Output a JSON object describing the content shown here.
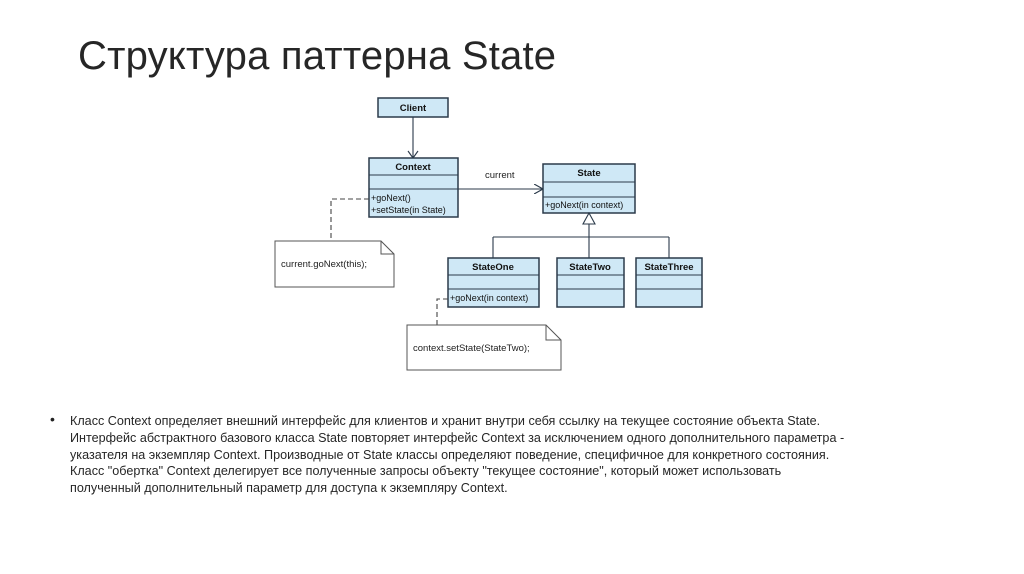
{
  "slide": {
    "title": "Структура паттерна State"
  },
  "diagram": {
    "client": {
      "name": "Client"
    },
    "context": {
      "name": "Context",
      "methods": [
        "+goNext()",
        "+setState(in State)"
      ]
    },
    "state": {
      "name": "State",
      "methods": [
        "+goNext(in context)"
      ]
    },
    "state_one": {
      "name": "StateOne",
      "methods": [
        "+goNext(in context)"
      ]
    },
    "state_two": {
      "name": "StateTwo"
    },
    "state_three": {
      "name": "StateThree"
    },
    "association_label": "current",
    "note_context": "current.goNext(this);",
    "note_state_one": "context.setState(StateTwo);",
    "colors": {
      "class_fill": "#cfe8f6",
      "class_border": "#2b3a4a",
      "note_border": "#555555"
    }
  },
  "body": {
    "bullet": "•",
    "lines": [
      "Класс Context определяет внешний интерфейс для клиентов и хранит внутри себя ссылку на текущее состояние объекта State.",
      "Интерфейс абстрактного базового класса State повторяет интерфейс Context за исключением одного дополнительного параметра -",
      "указателя на экземпляр Context. Производные от State классы определяют поведение, специфичное для конкретного состояния.",
      "Класс \"обертка\" Context делегирует все полученные запросы объекту \"текущее состояние\", который может использовать",
      "полученный дополнительный параметр для доступа к экземпляру Context."
    ]
  }
}
